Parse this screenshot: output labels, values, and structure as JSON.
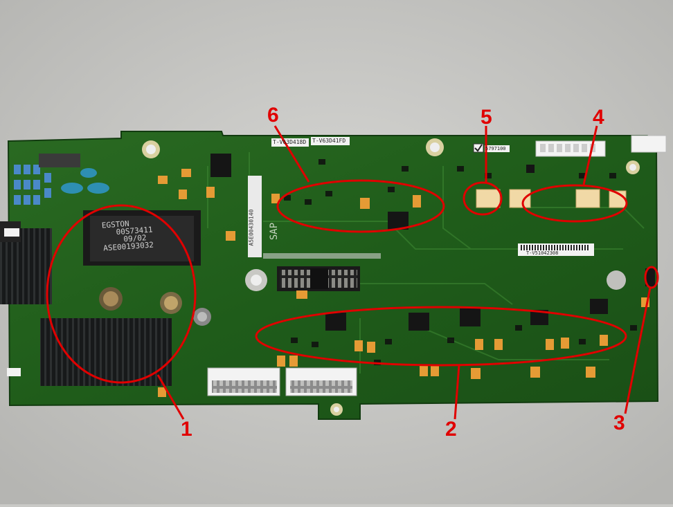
{
  "colors": {
    "background": "#c9c9c6",
    "pcb": "#1f5c1a",
    "annotation": "#e00000",
    "heatsink": "#17191a"
  },
  "callouts": [
    {
      "number": "1"
    },
    {
      "number": "2"
    },
    {
      "number": "3"
    },
    {
      "number": "4"
    },
    {
      "number": "5"
    },
    {
      "number": "6"
    }
  ],
  "board": {
    "transformer_marking": [
      "EGSTON",
      "00S73411",
      "09/02",
      "ASE00193032"
    ],
    "label_left": "T-V63D418D",
    "label_right": "T-V63D41FD",
    "vertical_marking": "A5E00430140",
    "sap_text": "SAP",
    "barcode_text": "T-V51042308",
    "checkbox_label": "5797100"
  }
}
